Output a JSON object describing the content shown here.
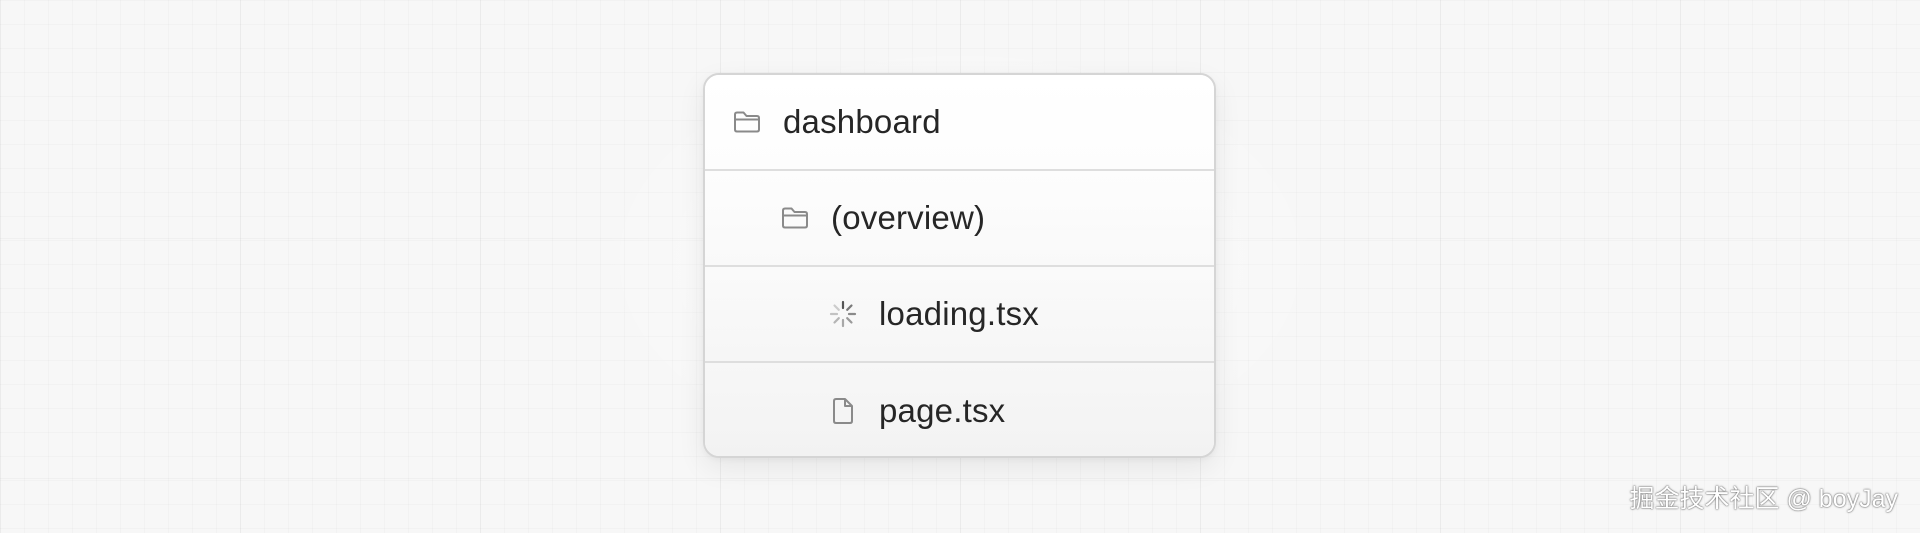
{
  "tree": {
    "rows": [
      {
        "label": "dashboard",
        "icon": "folder-icon",
        "depth": 0
      },
      {
        "label": "(overview)",
        "icon": "folder-icon",
        "depth": 1
      },
      {
        "label": "loading.tsx",
        "icon": "loading-spinner-icon",
        "depth": 2
      },
      {
        "label": "page.tsx",
        "icon": "file-icon",
        "depth": 2
      }
    ]
  },
  "colors": {
    "text": "#262626",
    "icon": "#8a8a8a",
    "border": "#d5d5d5",
    "divider": "#dedede"
  },
  "watermark": {
    "text": "掘金技术社区 @ boyJay"
  }
}
